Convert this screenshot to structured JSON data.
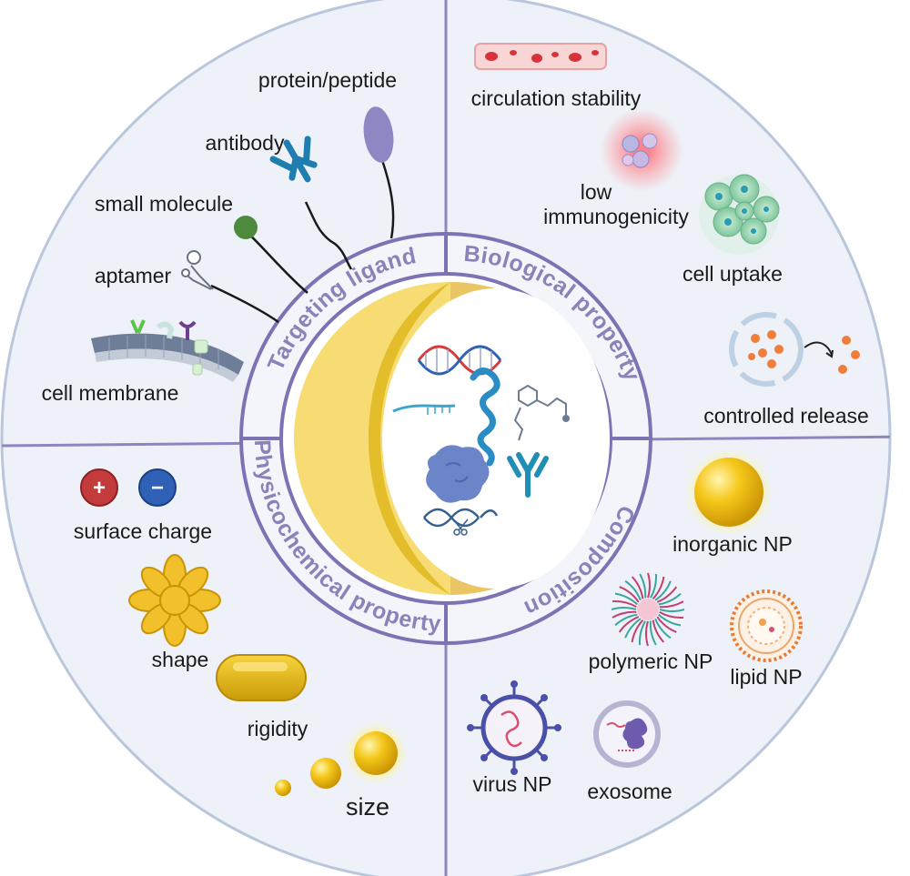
{
  "sections": {
    "targeting_ligand": {
      "title": "Targeting ligand",
      "items": [
        "protein/peptide",
        "antibody",
        "small molecule",
        "aptamer",
        "cell membrane"
      ]
    },
    "biological_property": {
      "title": "Biological property",
      "items": [
        "circulation stability",
        "low",
        "immunogenicity",
        "cell uptake",
        "controlled release"
      ]
    },
    "physicochemical_property": {
      "title": "Physicochemical property",
      "items": [
        "surface charge",
        "shape",
        "rigidity",
        "size"
      ]
    },
    "composition": {
      "title": "Composition",
      "items": [
        "inorganic NP",
        "polymeric NP",
        "lipid NP",
        "virus NP",
        "exosome"
      ]
    }
  },
  "charge_symbols": {
    "positive": "+",
    "negative": "−"
  },
  "colors": {
    "outer_fill": "#eef2f8",
    "ring_line": "#7d72b4",
    "divider": "#8e84c0",
    "gold_shell": "#f6dc73",
    "gold_shell_dark": "#e9c663",
    "gold_crescent": "#e4bd2a",
    "positive_charge": "#c43b3b",
    "negative_charge": "#2f62b6"
  },
  "icons": {
    "targeting_ligand": [
      "oval-ligand-icon",
      "antibody-icon",
      "small-molecule-icon",
      "aptamer-icon",
      "cell-membrane-icon"
    ],
    "biological_property": [
      "blood-vessel-icon",
      "immune-cells-icon",
      "cell-cluster-icon",
      "release-capsule-icon"
    ],
    "physicochemical_property": [
      "charge-icons",
      "star-shape-particle-icon",
      "rod-particle-icon",
      "sphere-particles-icon"
    ],
    "composition": [
      "gold-sphere-icon",
      "polymer-micelle-icon",
      "liposome-icon",
      "virus-particle-icon",
      "exosome-icon"
    ],
    "core_cargo": [
      "dna-helix-icon",
      "protein-blob-icon",
      "peptide-chain-icon",
      "antibody-cargo-icon",
      "crispr-dna-icon"
    ]
  }
}
